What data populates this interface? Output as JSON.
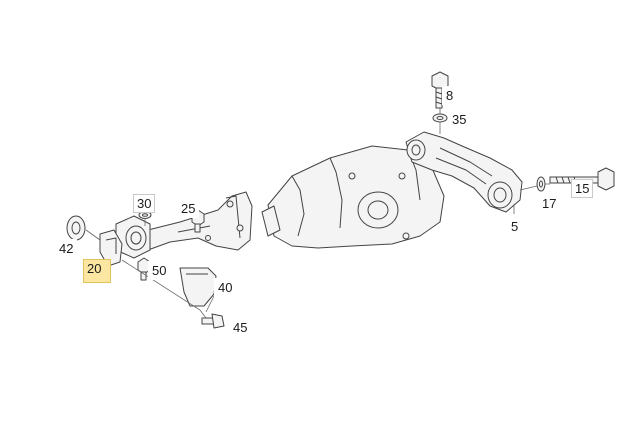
{
  "diagram": {
    "part_callouts": [
      {
        "id": "p8",
        "label": "8"
      },
      {
        "id": "p35",
        "label": "35"
      },
      {
        "id": "p15",
        "label": "15"
      },
      {
        "id": "p17",
        "label": "17"
      },
      {
        "id": "p5",
        "label": "5"
      },
      {
        "id": "p30",
        "label": "30"
      },
      {
        "id": "p25",
        "label": "25"
      },
      {
        "id": "p42",
        "label": "42"
      },
      {
        "id": "p20",
        "label": "20",
        "highlighted": true
      },
      {
        "id": "p50",
        "label": "50"
      },
      {
        "id": "p40",
        "label": "40"
      },
      {
        "id": "p45",
        "label": "45"
      }
    ],
    "colors": {
      "highlight": "#fbe7a1",
      "line": "#444444",
      "part_fill": "#f4f4f4"
    }
  }
}
